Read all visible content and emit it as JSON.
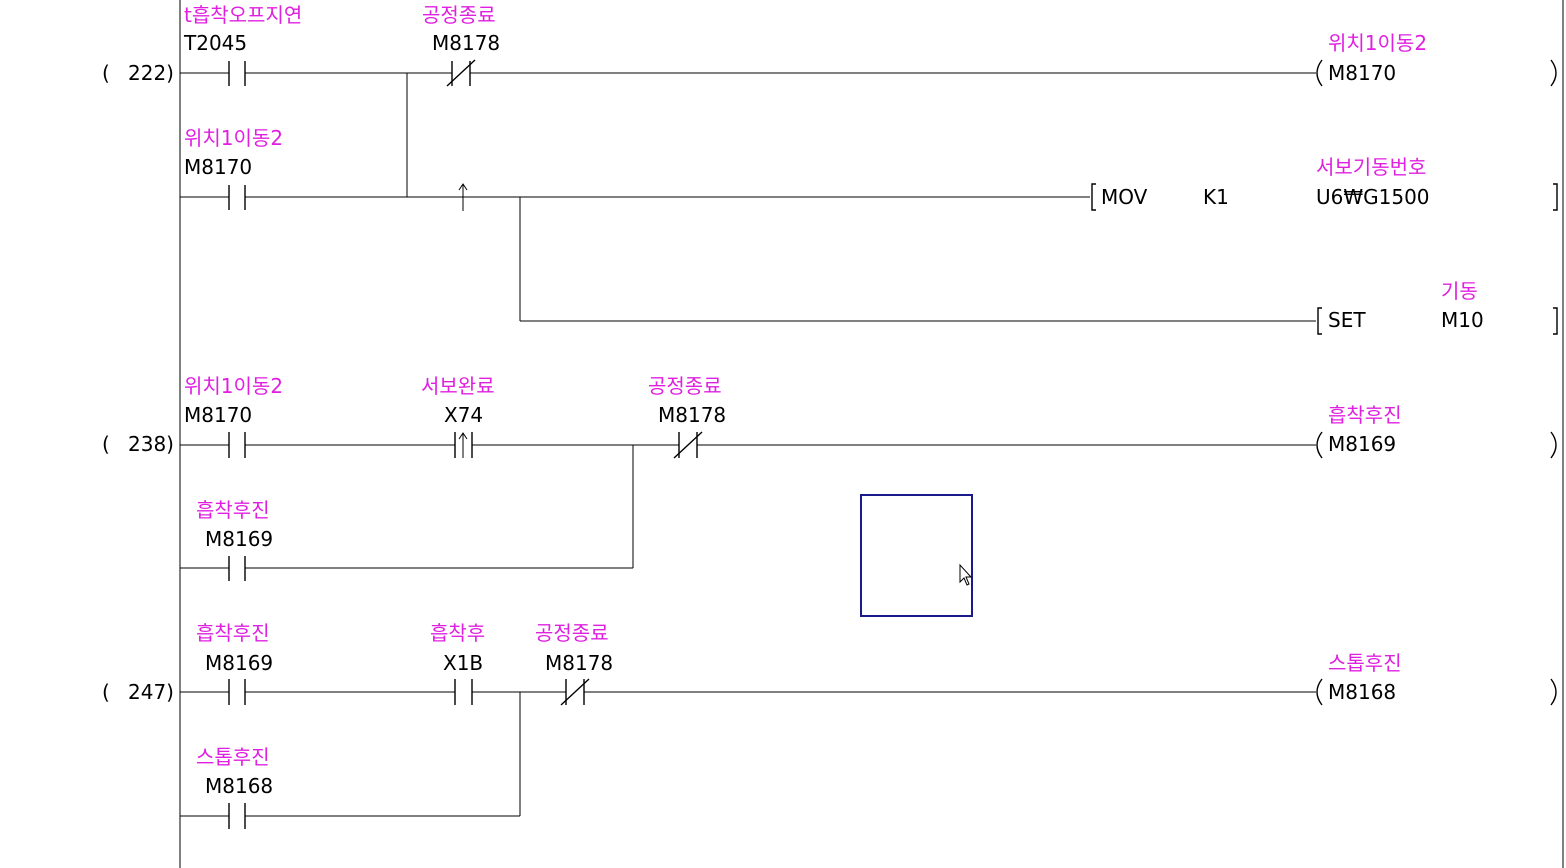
{
  "steps": [
    {
      "label": "(",
      "number": "222)"
    },
    {
      "label": "(",
      "number": "238)"
    },
    {
      "label": "(",
      "number": "247)"
    }
  ],
  "contacts": [
    {
      "comment": "t흡착오프지연",
      "device": "T2045",
      "type": "NO"
    },
    {
      "comment": "공정종료",
      "device": "M8178",
      "type": "NC"
    },
    {
      "comment": "위치1이동2",
      "device": "M8170",
      "type": "NO"
    },
    {
      "comment": "위치1이동2",
      "device": "M8170",
      "type": "NO"
    },
    {
      "comment": "서보완료",
      "device": "X74",
      "type": "Rising"
    },
    {
      "comment": "공정종료",
      "device": "M8178",
      "type": "NC"
    },
    {
      "comment": "흡착후진",
      "device": "M8169",
      "type": "NO"
    },
    {
      "comment": "흡착후진",
      "device": "M8169",
      "type": "NO"
    },
    {
      "comment": "흡착후",
      "device": "X1B",
      "type": "NO"
    },
    {
      "comment": "공정종료",
      "device": "M8178",
      "type": "NC"
    },
    {
      "comment": "스톱후진",
      "device": "M8168",
      "type": "NO"
    }
  ],
  "coils": [
    {
      "comment": "위치1이동2",
      "device": "M8170"
    },
    {
      "comment": "흡착후진",
      "device": "M8169"
    },
    {
      "comment": "스톱후진",
      "device": "M8168"
    }
  ],
  "instructions": [
    {
      "op": "MOV",
      "arg1": "K1",
      "comment": "서보기동번호",
      "arg2": "U6₩G1500"
    },
    {
      "op": "SET",
      "comment": "기동",
      "arg1": "M10"
    }
  ],
  "colors": {
    "comment": "#e020e0",
    "device": "#000000",
    "cursor": "#1a1a8c"
  }
}
